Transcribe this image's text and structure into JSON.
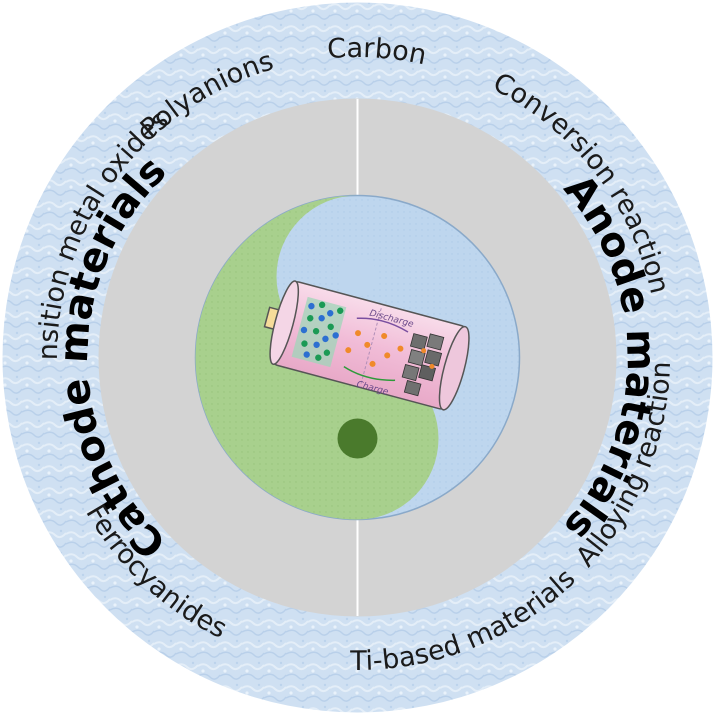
{
  "outer_ring": {
    "top_left": "Polyanions",
    "top": "Carbon",
    "top_right": "Conversion reaction",
    "right": "Alloying reaction",
    "bottom": "Ti-based materials",
    "bottom_left": "Ferrocyanides",
    "left": "Transition metal oxides"
  },
  "inner_ring": {
    "left": "Cathode materials",
    "right": "Anode materials"
  },
  "battery": {
    "discharge_label": "Discharge",
    "charge_label": "Charge"
  },
  "colors": {
    "outer_ring": "#cfe0f2",
    "inner_ring": "#d3d3d3",
    "yin": "#a8d08d",
    "yang": "#bed6ee",
    "dot_dark": "#4a7a2c",
    "battery_body": "#f3c4dc"
  }
}
